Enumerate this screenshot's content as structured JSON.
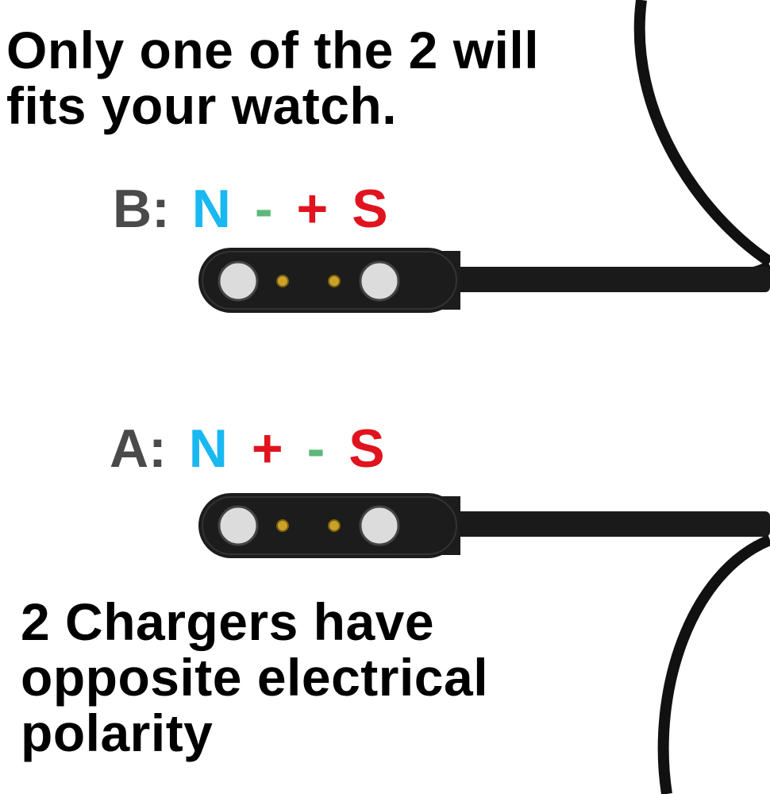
{
  "headline": {
    "line1": "Only one of the 2 will",
    "line2": "fits your watch."
  },
  "charger_b": {
    "label": "B:",
    "poles": [
      "N",
      "-",
      "+",
      "S"
    ]
  },
  "charger_a": {
    "label": "A:",
    "poles": [
      "N",
      "+",
      "-",
      "S"
    ]
  },
  "footer": {
    "line1": "2 Chargers have",
    "line2": "opposite electrical",
    "line3": "polarity"
  },
  "colors": {
    "north": "#1ab8f0",
    "south": "#e0141e",
    "plus": "#e0141e",
    "minus": "#5cb87a",
    "label": "#4a4a4a",
    "cable": "#111111",
    "magnet": "#d9d9d9",
    "pin": "#c9a227"
  }
}
